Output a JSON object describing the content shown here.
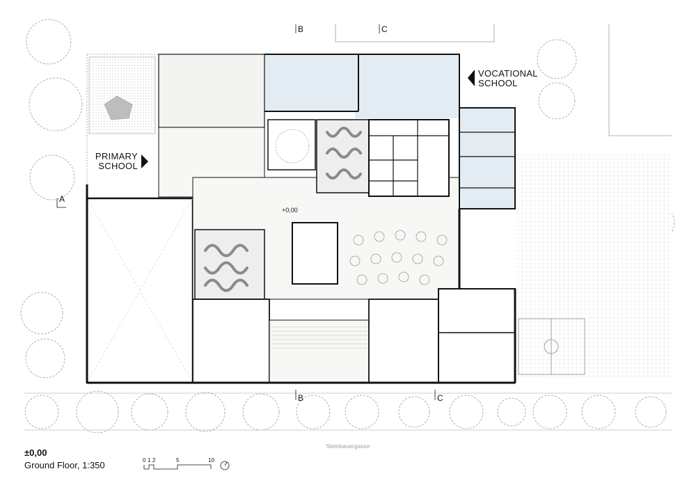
{
  "labels": {
    "primary_school": [
      "PRIMARY",
      "SCHOOL"
    ],
    "vocational_school": [
      "VOCATIONAL",
      "SCHOOL"
    ],
    "level_marker": "+0,00",
    "section_a": "A",
    "section_b": "B",
    "section_c": "C",
    "street_name": "Steinbauergasse"
  },
  "caption": {
    "elevation": "±0,00",
    "title": "Ground Floor, 1:350"
  },
  "scale_bar": {
    "ticks": [
      "0",
      "1",
      "2",
      "5",
      "10"
    ]
  },
  "colors": {
    "walls": "#111111",
    "vocational_fill": "#e3ecf3",
    "primary_fill": "#f3f3f1",
    "trees": "#9b9b9b",
    "paving": "#dcdcdc"
  }
}
